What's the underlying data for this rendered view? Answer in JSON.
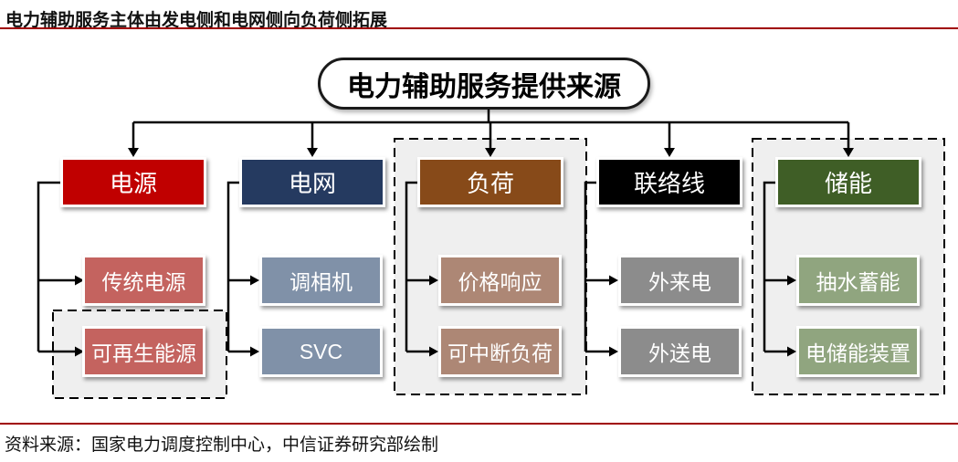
{
  "page": {
    "title": "电力辅助服务主体由发电侧和电网侧向负荷侧拓展",
    "source": "资料来源：国家电力调度控制中心，中信证券研究部绘制",
    "rule_color": "#A00000",
    "background": "#ffffff"
  },
  "root": {
    "label": "电力辅助服务提供来源",
    "fill": "#ffffff",
    "border": "#1a1a1a"
  },
  "dashed_zone_fill": "#EFEFEF",
  "columns": [
    {
      "header": {
        "label": "电源",
        "bg": "#C00000"
      },
      "children": [
        {
          "label": "传统电源",
          "bg": "#C4635F"
        },
        {
          "label": "可再生能源",
          "bg": "#C4635F",
          "dashed_wrapped": true
        }
      ]
    },
    {
      "header": {
        "label": "电网",
        "bg": "#253A60"
      },
      "children": [
        {
          "label": "调相机",
          "bg": "#8091A8"
        },
        {
          "label": "SVC",
          "bg": "#8091A8"
        }
      ]
    },
    {
      "header": {
        "label": "负荷",
        "bg": "#874A19"
      },
      "dashed_wrapped": true,
      "children": [
        {
          "label": "价格响应",
          "bg": "#AD8775"
        },
        {
          "label": "可中断负荷",
          "bg": "#AD8775"
        }
      ]
    },
    {
      "header": {
        "label": "联络线",
        "bg": "#000000"
      },
      "children": [
        {
          "label": "外来电",
          "bg": "#8C8C8C"
        },
        {
          "label": "外送电",
          "bg": "#8C8C8C"
        }
      ]
    },
    {
      "header": {
        "label": "储能",
        "bg": "#3F5E26"
      },
      "dashed_wrapped": true,
      "children": [
        {
          "label": "抽水蓄能",
          "bg": "#90A57F"
        },
        {
          "label": "电储能装置",
          "bg": "#90A57F"
        }
      ]
    }
  ]
}
